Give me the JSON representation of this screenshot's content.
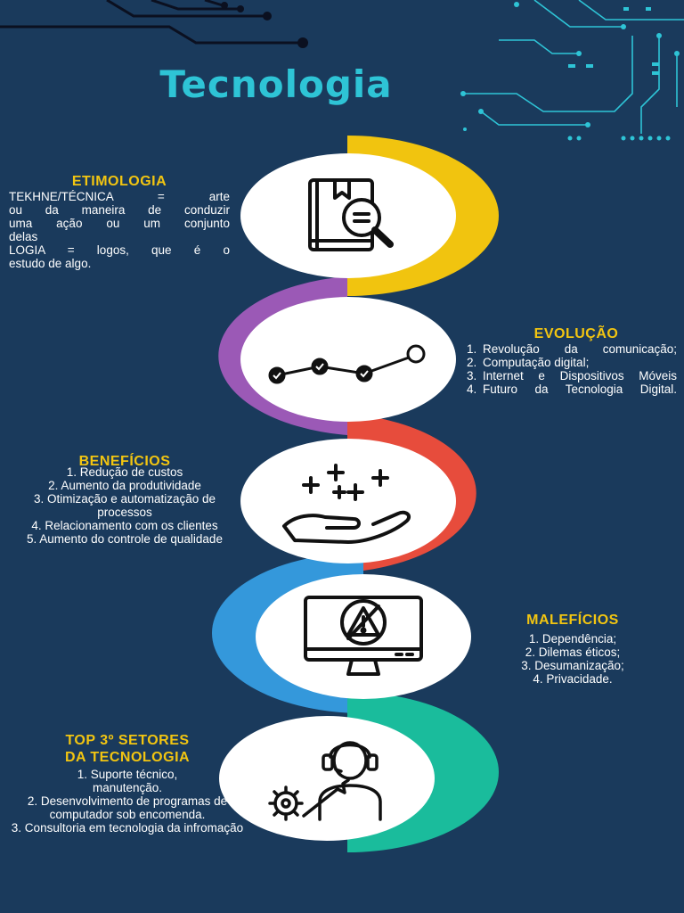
{
  "title": "Tecnologia",
  "colors": {
    "background": "#1a3a5c",
    "title": "#2ec4d6",
    "heading": "#f2c511",
    "arc_yellow": "#f1c40f",
    "arc_purple": "#9b59b6",
    "arc_red": "#e74c3c",
    "arc_blue": "#3498db",
    "arc_green": "#1abc9c"
  },
  "etimologia": {
    "heading": "ETIMOLOGIA",
    "lines": [
      "TEKHNE/TÉCNICA = arte",
      "ou da maneira de conduzir",
      "uma ação ou um conjunto",
      "delas",
      "LOGIA = logos, que é o",
      "estudo de algo."
    ],
    "icon": "book-search-icon"
  },
  "evolucao": {
    "heading": "EVOLUÇÃO",
    "items": [
      {
        "num": "1.",
        "text": "Revolução da comunicação;"
      },
      {
        "num": "2.",
        "text": "Computação digital;"
      },
      {
        "num": "3.",
        "text": "Internet e Dispositivos Móveis"
      },
      {
        "num": "4.",
        "text": "Futuro da Tecnologia Digital."
      }
    ],
    "icon": "line-chart-icon"
  },
  "beneficios": {
    "heading": "BENEFÍCIOS",
    "items": [
      "1. Redução de custos",
      "2. Aumento da produtividade",
      "3. Otimização e automatização de processos",
      "4. Relacionamento com os clientes",
      "5. Aumento do controle de qualidade"
    ],
    "icon": "hand-plus-icon"
  },
  "maleficios": {
    "heading": "MALEFÍCIOS",
    "items": [
      "1. Dependência;",
      "2. Dilemas éticos;",
      "3. Desumanização;",
      "4. Privacidade."
    ],
    "icon": "monitor-warning-icon"
  },
  "setores": {
    "heading_line1": "TOP 3º SETORES",
    "heading_line2": "DA TECNOLOGIA",
    "items": [
      "1. Suporte técnico, manutenção.",
      "2. Desenvolvimento de programas de computador sob encomenda.",
      "3. Consultoria em tecnologia da infromação"
    ],
    "icon": "tech-support-icon"
  }
}
